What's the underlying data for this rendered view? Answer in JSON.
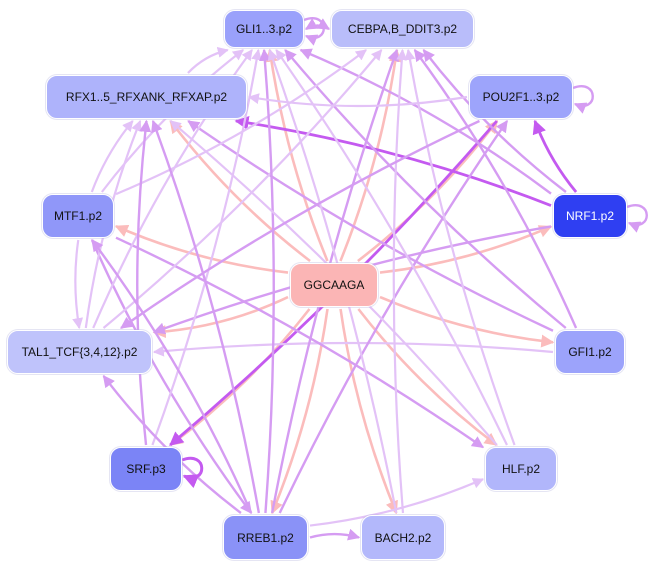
{
  "colors": {
    "edge_light": "#e3c2f7",
    "edge_mid": "#d59cf2",
    "edge_strong": "#c45af0",
    "edge_pink": "#fbbcbc"
  },
  "nodes": {
    "gli": {
      "label": "GLI1..3.p2",
      "color": "#9aa1fb"
    },
    "cebpa": {
      "label": "CEBPA,B_DDIT3.p2",
      "color": "#b9bdfa"
    },
    "rfx": {
      "label": "RFX1..5_RFXANK_RFXAP.p2",
      "color": "#aeb3fb"
    },
    "pou2f": {
      "label": "POU2F1..3.p2",
      "color": "#9da4fb"
    },
    "mtf1": {
      "label": "MTF1.p2",
      "color": "#9097f9"
    },
    "nrf1": {
      "label": "NRF1.p2",
      "color": "#2f3ff2"
    },
    "ggcaaga": {
      "label": "GGCAAGA",
      "color": "#fbb5b5"
    },
    "tal1": {
      "label": "TAL1_TCF{3,4,12}.p2",
      "color": "#bfc3fb"
    },
    "gfi1": {
      "label": "GFI1.p2",
      "color": "#9ca3fb"
    },
    "srf": {
      "label": "SRF.p3",
      "color": "#7b84f6"
    },
    "hlf": {
      "label": "HLF.p2",
      "color": "#b1b6fb"
    },
    "rreb1": {
      "label": "RREB1.p2",
      "color": "#8a92f7"
    },
    "bach2": {
      "label": "BACH2.p2",
      "color": "#b3b8fb"
    }
  },
  "edges": [
    {
      "from": "ggcaaga",
      "to": "gli",
      "strength": "pink"
    },
    {
      "from": "ggcaaga",
      "to": "cebpa",
      "strength": "pink"
    },
    {
      "from": "ggcaaga",
      "to": "rfx",
      "strength": "pink"
    },
    {
      "from": "ggcaaga",
      "to": "pou2f",
      "strength": "pink"
    },
    {
      "from": "ggcaaga",
      "to": "mtf1",
      "strength": "pink"
    },
    {
      "from": "ggcaaga",
      "to": "nrf1",
      "strength": "pink"
    },
    {
      "from": "ggcaaga",
      "to": "tal1",
      "strength": "pink"
    },
    {
      "from": "ggcaaga",
      "to": "gfi1",
      "strength": "pink"
    },
    {
      "from": "ggcaaga",
      "to": "srf",
      "strength": "pink"
    },
    {
      "from": "ggcaaga",
      "to": "hlf",
      "strength": "pink"
    },
    {
      "from": "ggcaaga",
      "to": "rreb1",
      "strength": "pink"
    },
    {
      "from": "ggcaaga",
      "to": "bach2",
      "strength": "pink"
    },
    {
      "from": "nrf1",
      "to": "pou2f",
      "strength": "strong"
    },
    {
      "from": "nrf1",
      "to": "rfx",
      "strength": "strong"
    },
    {
      "from": "pou2f",
      "to": "srf",
      "strength": "strong"
    },
    {
      "from": "nrf1",
      "to": "gli",
      "strength": "mid"
    },
    {
      "from": "nrf1",
      "to": "cebpa",
      "strength": "mid"
    },
    {
      "from": "nrf1",
      "to": "tal1",
      "strength": "mid"
    },
    {
      "from": "gfi1",
      "to": "gli",
      "strength": "mid"
    },
    {
      "from": "gfi1",
      "to": "cebpa",
      "strength": "mid"
    },
    {
      "from": "gfi1",
      "to": "rfx",
      "strength": "mid"
    },
    {
      "from": "gfi1",
      "to": "tal1",
      "strength": "light"
    },
    {
      "from": "mtf1",
      "to": "gli",
      "strength": "light"
    },
    {
      "from": "mtf1",
      "to": "cebpa",
      "strength": "light"
    },
    {
      "from": "mtf1",
      "to": "rfx",
      "strength": "light"
    },
    {
      "from": "mtf1",
      "to": "tal1",
      "strength": "light"
    },
    {
      "from": "mtf1",
      "to": "hlf",
      "strength": "mid"
    },
    {
      "from": "mtf1",
      "to": "rreb1",
      "strength": "mid"
    },
    {
      "from": "tal1",
      "to": "gli",
      "strength": "light"
    },
    {
      "from": "tal1",
      "to": "cebpa",
      "strength": "light"
    },
    {
      "from": "tal1",
      "to": "rfx",
      "strength": "light"
    },
    {
      "from": "srf",
      "to": "gli",
      "strength": "light"
    },
    {
      "from": "srf",
      "to": "rfx",
      "strength": "mid"
    },
    {
      "from": "rreb1",
      "to": "gli",
      "strength": "mid"
    },
    {
      "from": "rreb1",
      "to": "cebpa",
      "strength": "mid"
    },
    {
      "from": "rreb1",
      "to": "rfx",
      "strength": "mid"
    },
    {
      "from": "rreb1",
      "to": "tal1",
      "strength": "mid"
    },
    {
      "from": "rreb1",
      "to": "mtf1",
      "strength": "mid"
    },
    {
      "from": "rreb1",
      "to": "bach2",
      "strength": "mid"
    },
    {
      "from": "rreb1",
      "to": "hlf",
      "strength": "light"
    },
    {
      "from": "rreb1",
      "to": "pou2f",
      "strength": "mid"
    },
    {
      "from": "bach2",
      "to": "gli",
      "strength": "light"
    },
    {
      "from": "bach2",
      "to": "cebpa",
      "strength": "light"
    },
    {
      "from": "hlf",
      "to": "gli",
      "strength": "light"
    },
    {
      "from": "hlf",
      "to": "cebpa",
      "strength": "light"
    },
    {
      "from": "hlf",
      "to": "rfx",
      "strength": "light"
    },
    {
      "from": "gli",
      "to": "cebpa",
      "strength": "mid"
    },
    {
      "from": "cebpa",
      "to": "gli",
      "strength": "mid"
    },
    {
      "from": "rfx",
      "to": "gli",
      "strength": "light"
    },
    {
      "from": "pou2f",
      "to": "tal1",
      "strength": "mid"
    },
    {
      "from": "pou2f",
      "to": "rfx",
      "strength": "light"
    }
  ],
  "self_loops": [
    {
      "node": "gli",
      "strength": "mid"
    },
    {
      "node": "pou2f",
      "strength": "mid"
    },
    {
      "node": "nrf1",
      "strength": "mid"
    },
    {
      "node": "srf",
      "strength": "strong"
    }
  ]
}
